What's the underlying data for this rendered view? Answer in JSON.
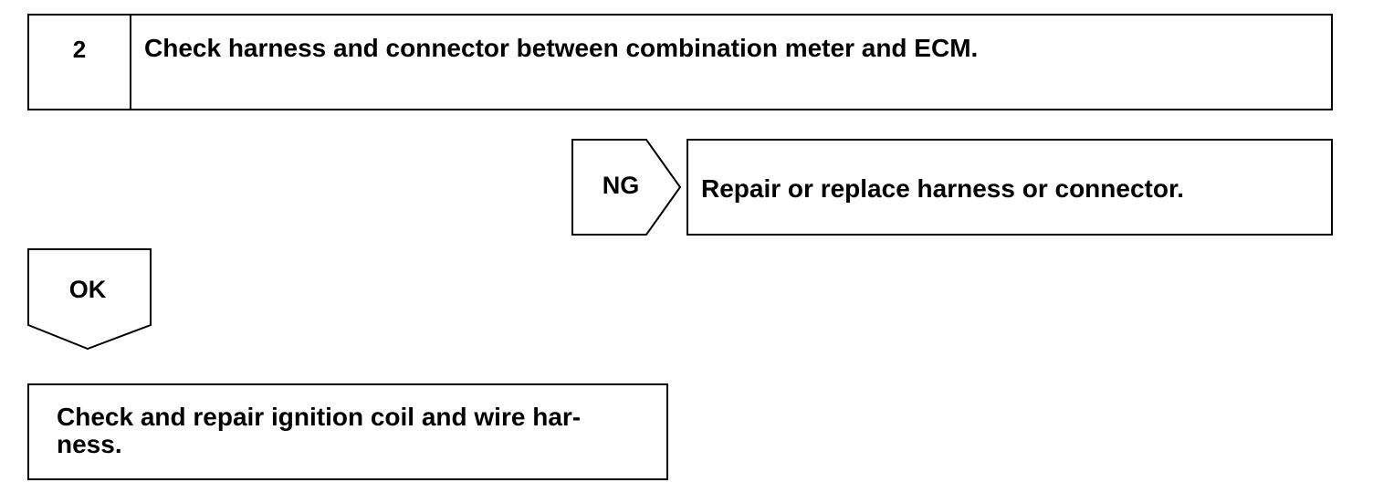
{
  "step": {
    "number": "2",
    "title": "Check harness and connector between combination meter and ECM."
  },
  "ng_branch": {
    "label": "NG",
    "action": "Repair or replace harness or connector."
  },
  "ok_branch": {
    "label": "OK",
    "action": "Check and repair ignition coil and wire har-\nness."
  }
}
